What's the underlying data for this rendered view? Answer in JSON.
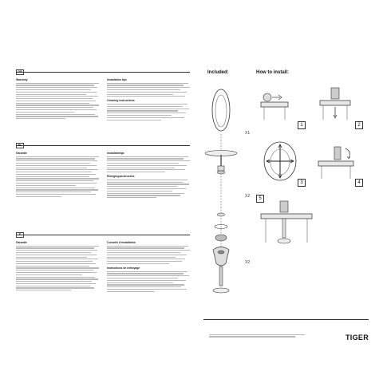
{
  "right": {
    "included_label": "Included:",
    "howto_label": "How to install:",
    "qty": [
      "X1",
      "X2",
      "X2"
    ],
    "steps": [
      "1",
      "2",
      "3",
      "4",
      "5"
    ]
  },
  "left": {
    "sections": [
      {
        "flag": "GB",
        "warranty_title": "Warranty",
        "warranty_text": "",
        "install_title": "Installation tips",
        "install_text": "",
        "cleaning_title": "Cleaning instructions",
        "cleaning_text": ""
      },
      {
        "flag": "NL",
        "warranty_title": "Garantie",
        "warranty_text": "",
        "install_title": "Installatietips",
        "install_text": "",
        "cleaning_title": "Reinigingsinstructies",
        "cleaning_text": ""
      },
      {
        "flag": "F",
        "warranty_title": "Garantie",
        "warranty_text": "",
        "install_title": "Conseils d'installation",
        "install_text": "",
        "cleaning_title": "Instructions de nettoyage",
        "cleaning_text": ""
      }
    ]
  },
  "footer": {
    "text": "",
    "logo": "TIGER"
  }
}
